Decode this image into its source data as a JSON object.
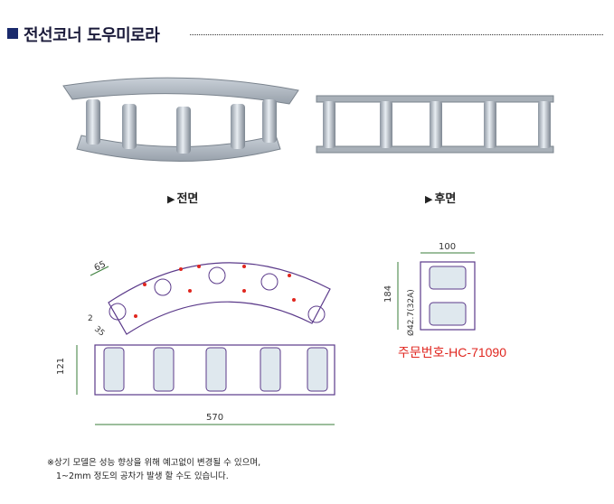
{
  "header": {
    "title": "전선코너 도우미로라"
  },
  "captions": {
    "front": "전면",
    "rear": "후면"
  },
  "dimensions": {
    "d65": "65",
    "d2": "2",
    "d35": "35",
    "d121": "121",
    "d570": "570",
    "d100": "100",
    "d184": "184",
    "dia": "Ø42.7(32A)"
  },
  "order_no": "주문번호-HC-71090",
  "note": {
    "line1": "※상기 모델은 성능 향상을 위해 예고없이 변경될 수 있으며,",
    "line2": "1~2mm 정도의 공차가 발생 할 수도 있습니다."
  },
  "colors": {
    "accent_red": "#e0261f",
    "title_navy": "#1a2a6c",
    "dim_green": "#3a7d3a",
    "drawing_purple": "#5b3a8a"
  }
}
